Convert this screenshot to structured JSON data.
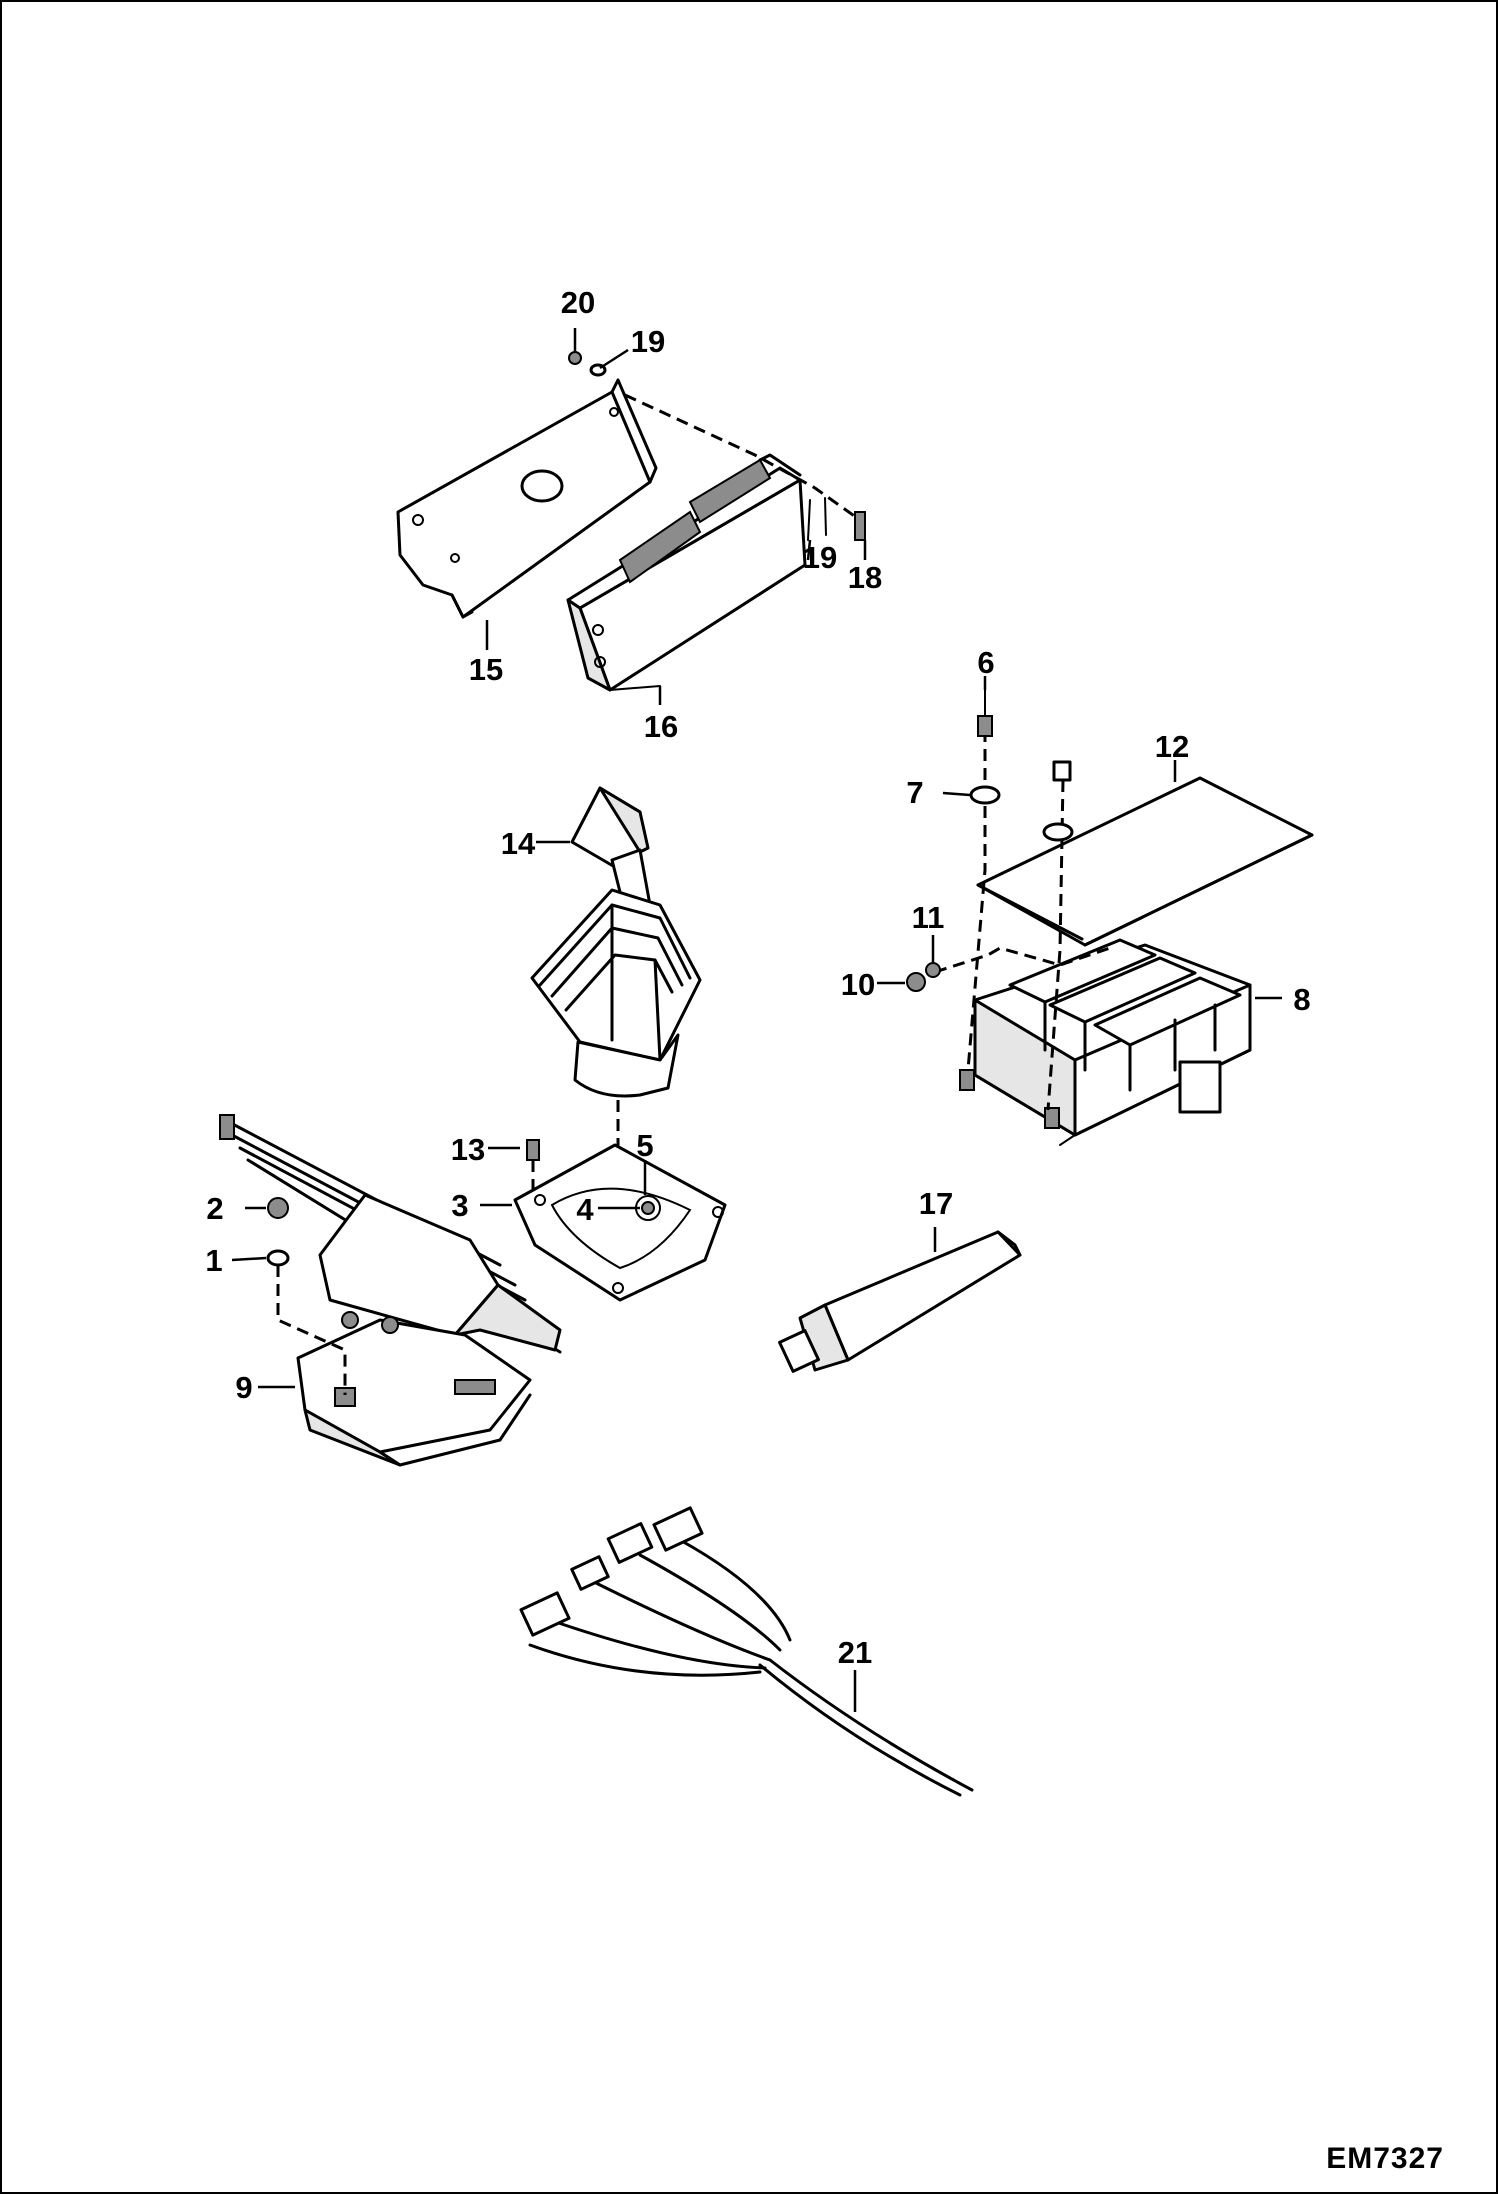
{
  "callouts": {
    "c1": "1",
    "c2": "2",
    "c3": "3",
    "c4": "4",
    "c5": "5",
    "c6": "6",
    "c7": "7",
    "c8": "8",
    "c9": "9",
    "c10": "10",
    "c11": "11",
    "c12": "12",
    "c13": "13",
    "c14": "14",
    "c15": "15",
    "c16": "16",
    "c17": "17",
    "c18": "18",
    "c19a": "19",
    "c19b": "19",
    "c20": "20",
    "c21": "21"
  },
  "figure_code": "EM7327"
}
